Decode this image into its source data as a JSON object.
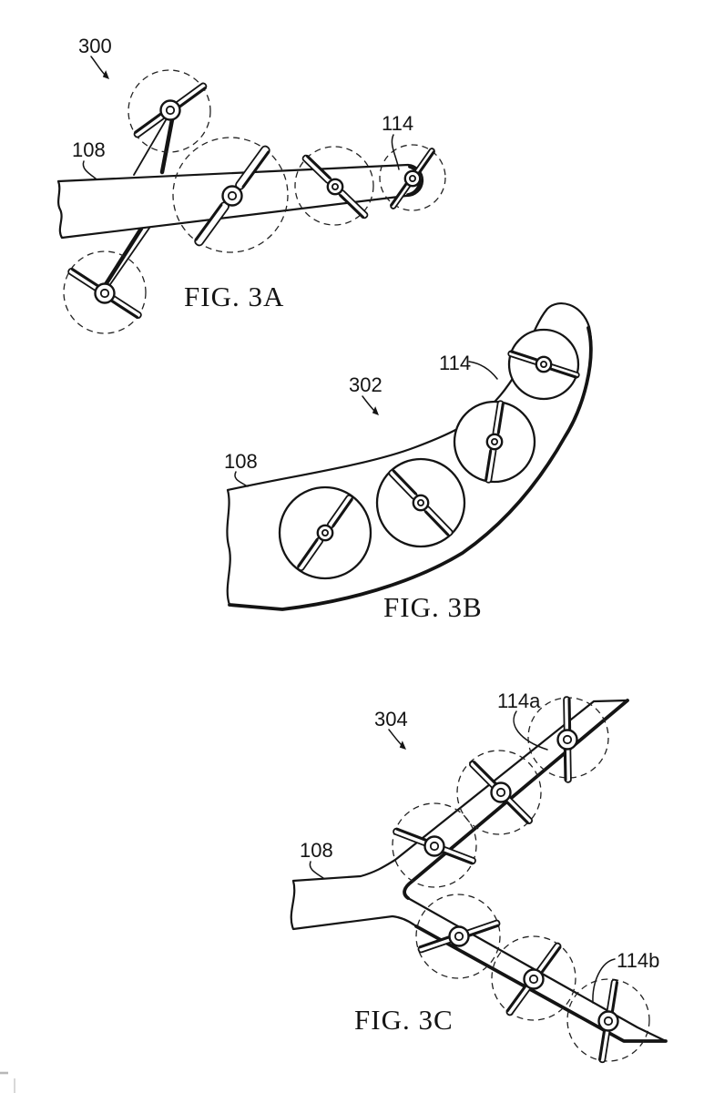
{
  "style": {
    "ink": "#141414",
    "background": "#ffffff",
    "dash_color": "#222222"
  },
  "figures": [
    {
      "caption": "FIG. 3A",
      "labels": {
        "assembly": "300",
        "boom": "108",
        "rotor": "114"
      }
    },
    {
      "caption": "FIG. 3B",
      "labels": {
        "assembly": "302",
        "boom": "108",
        "rotor": "114"
      }
    },
    {
      "caption": "FIG. 3C",
      "labels": {
        "assembly": "304",
        "boom": "108",
        "rotor_upper": "114a",
        "rotor_lower": "114b"
      }
    }
  ]
}
